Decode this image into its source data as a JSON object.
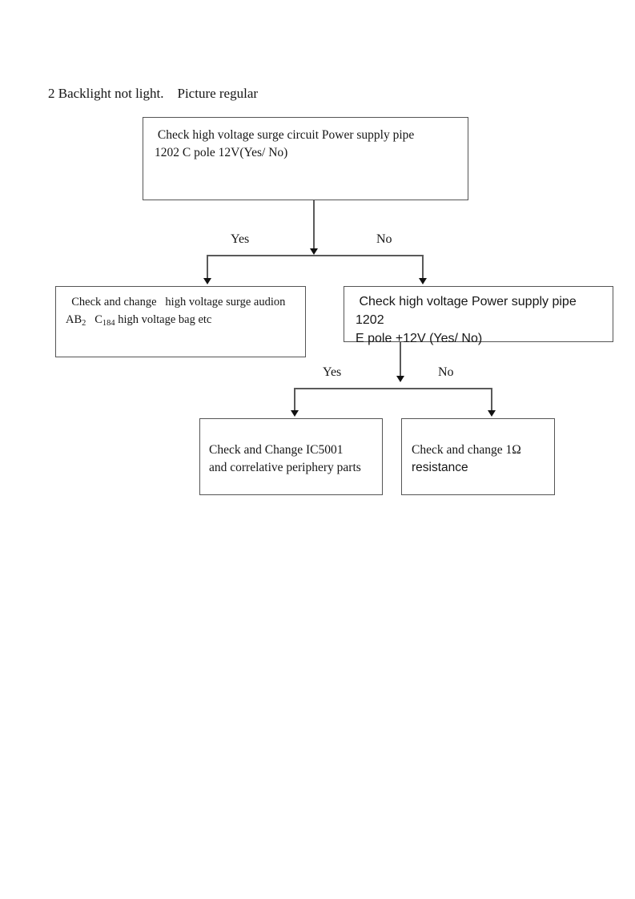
{
  "document": {
    "title": "2 Backlight not light. Picture regular"
  },
  "diagram": {
    "type": "flowchart",
    "nodes": [
      {
        "id": "root",
        "name": "check-high-voltage-surge-circuit",
        "line1": " Check high voltage surge circuit Power supply pipe",
        "line2": "1202 C pole 12V(Yes/ No)",
        "font": "serif"
      },
      {
        "id": "yes1",
        "name": "check-and-change-surge-audion",
        "line1": "  Check and change   high voltage surge audion",
        "line2_pre": "AB",
        "line2_sub1": "2",
        "line2_mid": "   C",
        "line2_sub2": "184",
        "line2_post": " high voltage bag etc",
        "font": "serif"
      },
      {
        "id": "no1",
        "name": "check-high-voltage-power-supply-pipe",
        "line1": " Check high voltage Power supply pipe 1202",
        "line2": "E pole +12V (Yes/ No)",
        "font": "sans"
      },
      {
        "id": "yes2",
        "name": "check-and-change-ic5001",
        "line1": "Check and Change IC5001",
        "line2": "and correlative periphery parts",
        "font": "serif"
      },
      {
        "id": "no2",
        "name": "check-and-change-resistance",
        "line1": "Check and change 1Ω",
        "line2": "resistance",
        "font": "mixed"
      }
    ],
    "branch_labels": {
      "branch1_yes": "Yes",
      "branch1_no": "No",
      "branch2_yes": "Yes",
      "branch2_no": "No"
    },
    "colors": {
      "node_border": "#555555",
      "connector": "#5a5a5a",
      "arrowhead": "#111111",
      "text": "#161616",
      "background": "#ffffff"
    }
  }
}
